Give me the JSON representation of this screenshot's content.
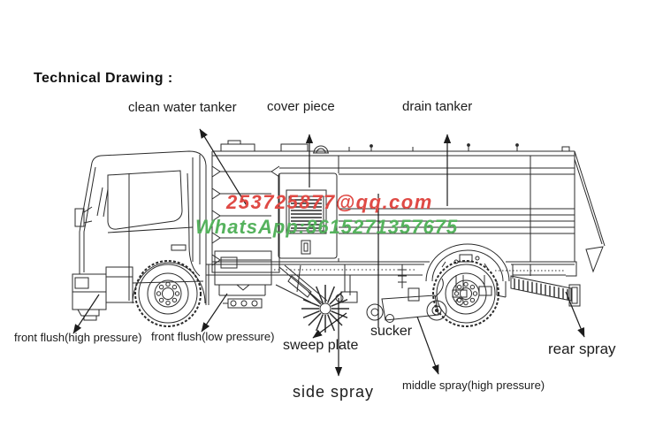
{
  "title": "Technical Drawing :",
  "diagram": {
    "subject": "road sweeper truck side view line drawing",
    "line_color": "#2b2b2b"
  },
  "labels": {
    "clean_water_tanker": "clean water tanker",
    "cover_piece": "cover piece",
    "drain_tanker": "drain tanker",
    "front_flush_high": "front flush(high pressure)",
    "front_flush_low": "front flush(low pressure)",
    "sweep_plate": "sweep plate",
    "sucker": "sucker",
    "side_spray": "side spray",
    "middle_spray_high": "middle spray(high pressure)",
    "rear_spray": "rear spray"
  },
  "watermark": {
    "email": "253725877@qq.com",
    "email_color": "#df4a45",
    "whatsapp": "WhatsApp:8615271357675",
    "whatsapp_color": "#55b25d"
  }
}
